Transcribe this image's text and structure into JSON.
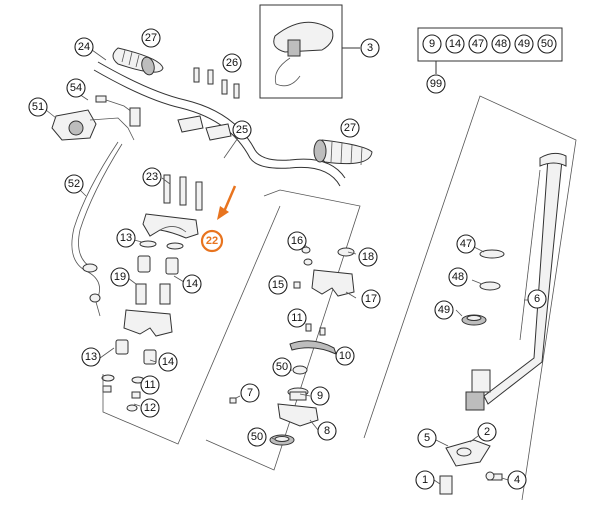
{
  "diagram": {
    "highlight_color": "#e8741f",
    "labels": [
      {
        "id": "p27a",
        "text": "27"
      },
      {
        "id": "p24",
        "text": "24"
      },
      {
        "id": "p26",
        "text": "26"
      },
      {
        "id": "p3",
        "text": "3"
      },
      {
        "id": "p54",
        "text": "54"
      },
      {
        "id": "p51",
        "text": "51"
      },
      {
        "id": "p25",
        "text": "25"
      },
      {
        "id": "p27b",
        "text": "27"
      },
      {
        "id": "p52",
        "text": "52"
      },
      {
        "id": "p23",
        "text": "23"
      },
      {
        "id": "p22",
        "text": "22"
      },
      {
        "id": "p13a",
        "text": "13"
      },
      {
        "id": "p19",
        "text": "19"
      },
      {
        "id": "p14a",
        "text": "14"
      },
      {
        "id": "p13b",
        "text": "13"
      },
      {
        "id": "p14b",
        "text": "14"
      },
      {
        "id": "p11a",
        "text": "11"
      },
      {
        "id": "p12",
        "text": "12"
      },
      {
        "id": "p16",
        "text": "16"
      },
      {
        "id": "p18",
        "text": "18"
      },
      {
        "id": "p15",
        "text": "15"
      },
      {
        "id": "p17",
        "text": "17"
      },
      {
        "id": "p11b",
        "text": "11"
      },
      {
        "id": "p10",
        "text": "10"
      },
      {
        "id": "p50a",
        "text": "50"
      },
      {
        "id": "p9",
        "text": "9"
      },
      {
        "id": "p7",
        "text": "7"
      },
      {
        "id": "p8",
        "text": "8"
      },
      {
        "id": "p50b",
        "text": "50"
      },
      {
        "id": "p47",
        "text": "47"
      },
      {
        "id": "p48",
        "text": "48"
      },
      {
        "id": "p49",
        "text": "49"
      },
      {
        "id": "p6",
        "text": "6"
      },
      {
        "id": "p5",
        "text": "5"
      },
      {
        "id": "p2",
        "text": "2"
      },
      {
        "id": "p1",
        "text": "1"
      },
      {
        "id": "p4",
        "text": "4"
      }
    ],
    "kit": {
      "labels": [
        "9",
        "14",
        "47",
        "48",
        "49",
        "50"
      ],
      "kit_number": "99"
    }
  }
}
